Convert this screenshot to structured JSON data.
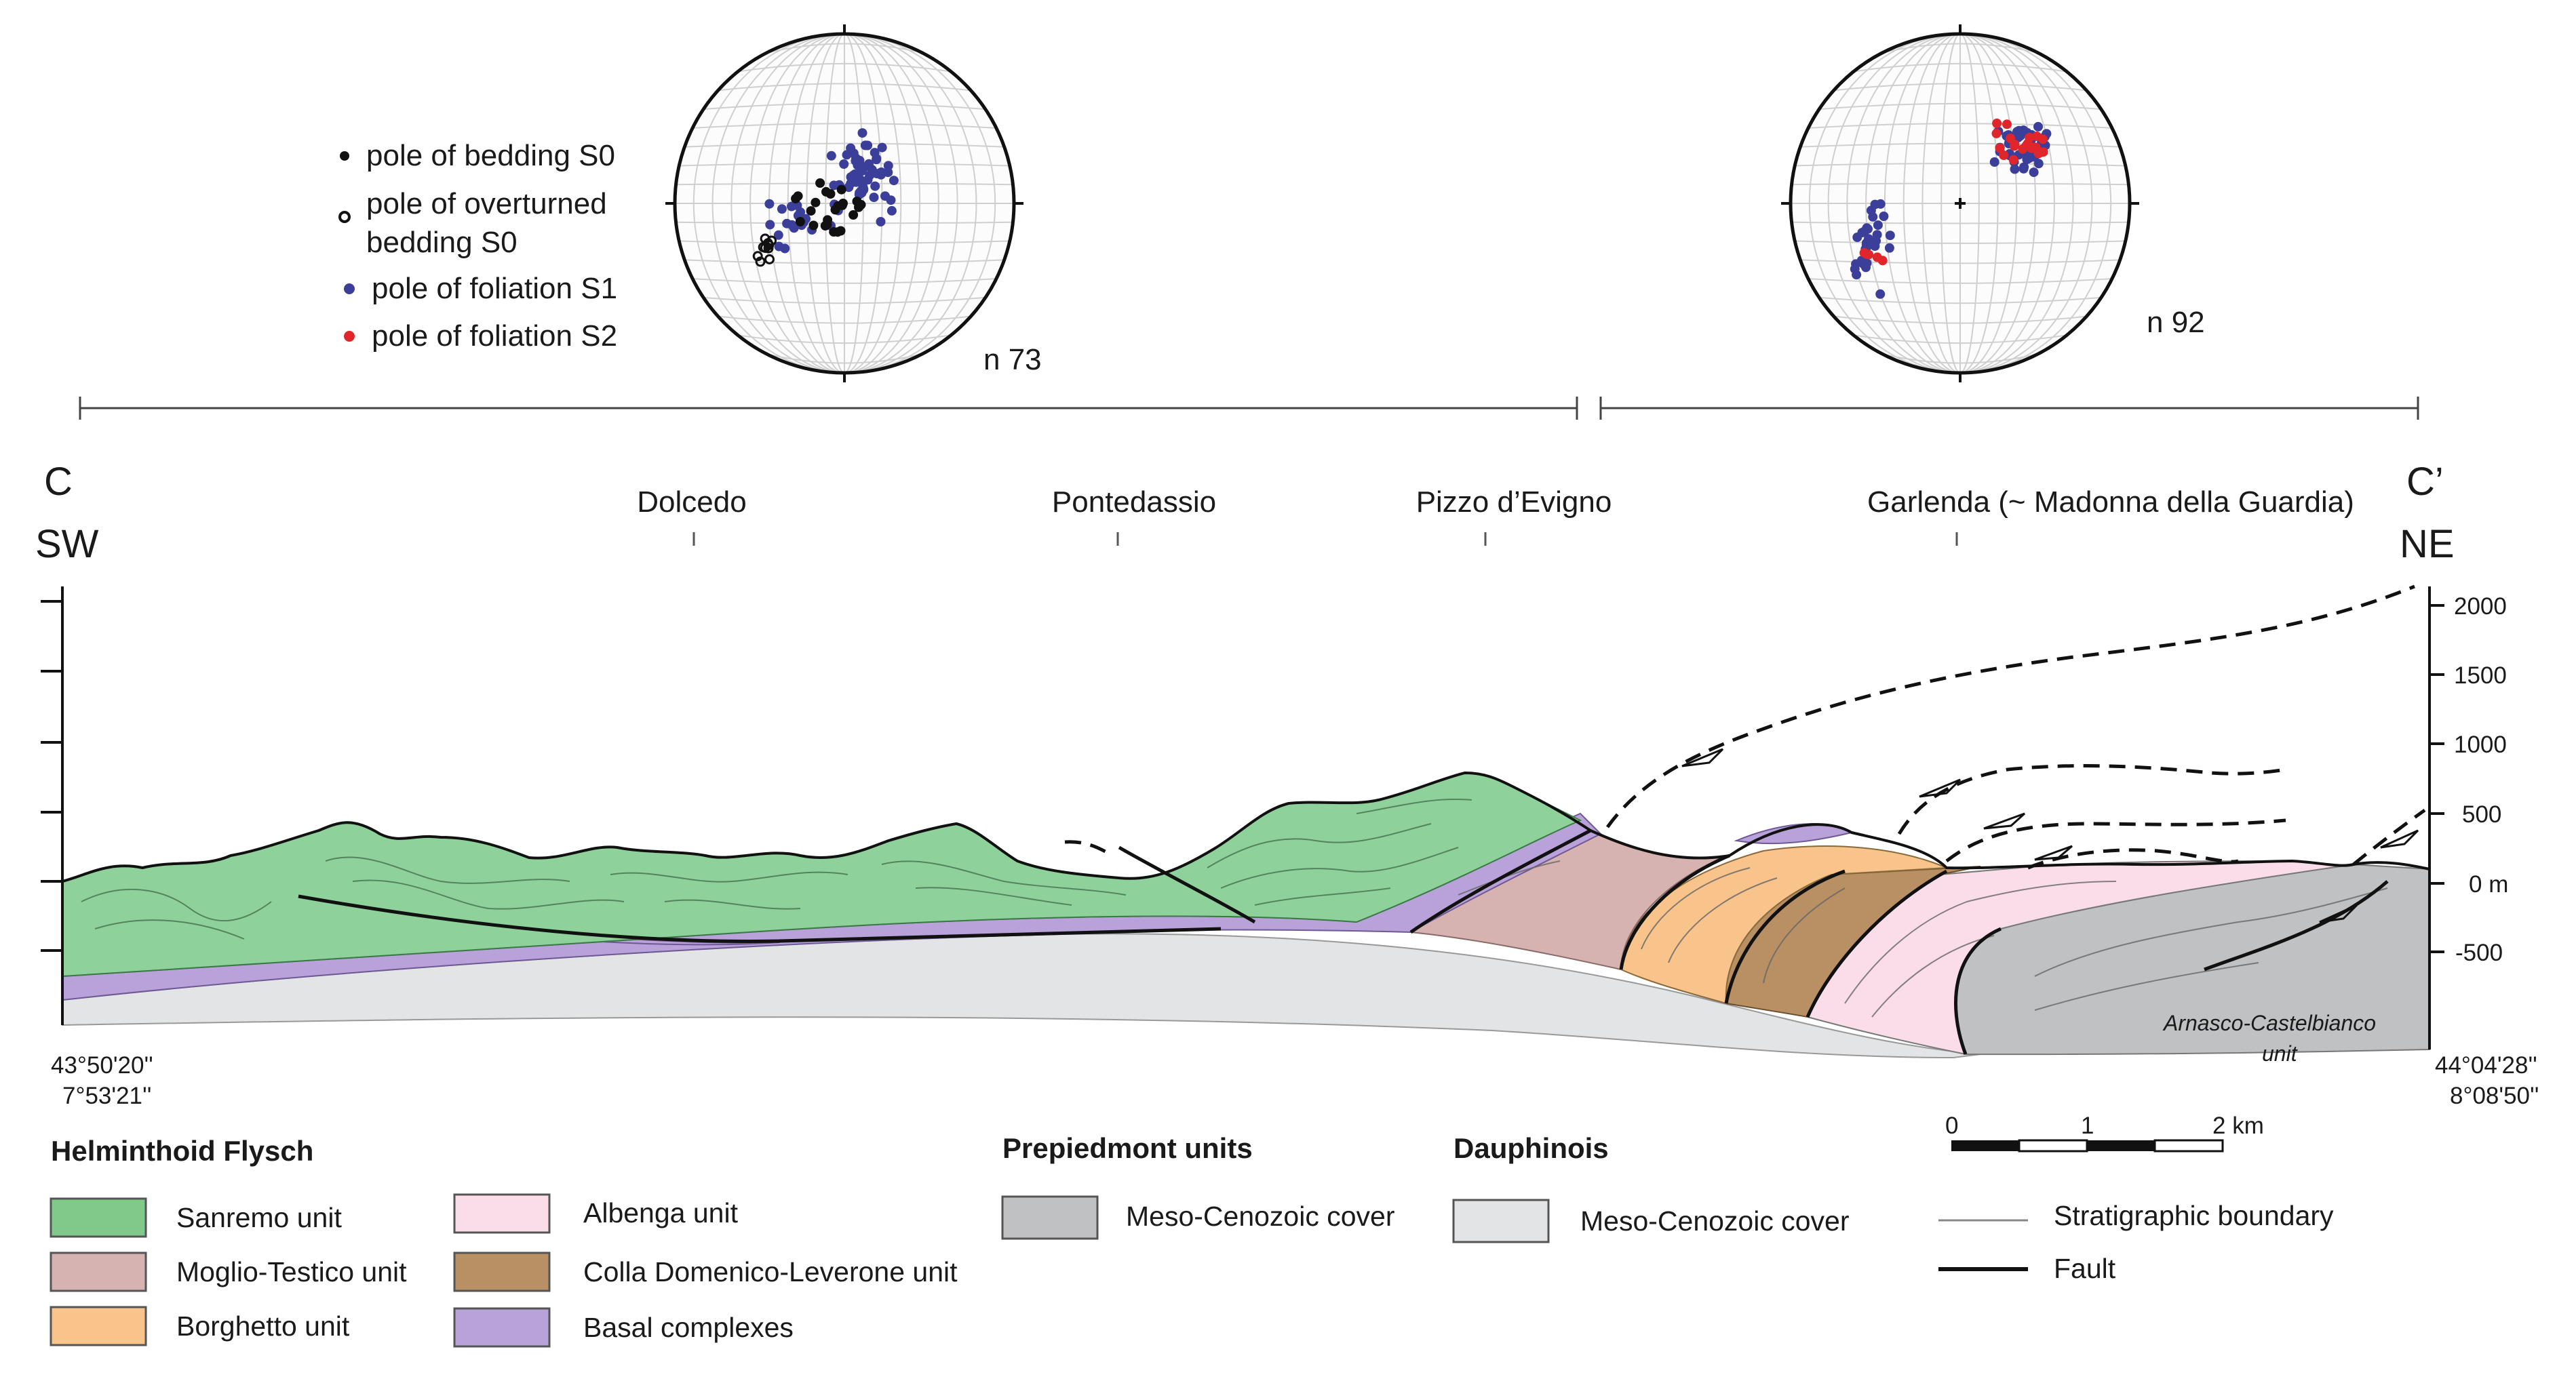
{
  "figure": {
    "stereonet_left": {
      "count": "n 73",
      "legend": [
        {
          "label": "pole of bedding S0",
          "symbol": "filled-black-dot",
          "color": "#111111"
        },
        {
          "label": "pole of overturned",
          "symbol": "open-black-circle",
          "color": "#111111"
        },
        {
          "label": "bedding S0",
          "symbol": "none",
          "color": "#111111"
        },
        {
          "label": "pole of foliation S1",
          "symbol": "filled-blue-dot",
          "color": "#3b3f9a"
        },
        {
          "label": "pole of foliation S2",
          "symbol": "filled-red-dot",
          "color": "#e0262b"
        }
      ]
    },
    "stereonet_right": {
      "count": "n 92"
    },
    "section": {
      "start_letter": "C",
      "end_letter": "C’",
      "start_direction": "SW",
      "end_direction": "NE",
      "localities": [
        "Dolcedo",
        "Pontedassio",
        "Pizzo d’Evigno",
        "Garlenda (~ Madonna della Guardia)"
      ],
      "elevation_ticks": [
        "2000",
        "1500",
        "1000",
        "500",
        "0 m",
        "-500"
      ],
      "start_coords": [
        "43°50'20''",
        "7°53'21''"
      ],
      "end_coords": [
        "44°04'28''",
        "8°08'50''"
      ],
      "unit_label": [
        "Arnasco-Castelbianco",
        "unit"
      ]
    },
    "scale_bar": {
      "labels": [
        "0",
        "1",
        "2 km"
      ]
    },
    "legend": {
      "groups": [
        {
          "title": "Helminthoid Flysch"
        },
        {
          "title": "Prepiedmont units"
        },
        {
          "title": "Dauphinois"
        }
      ],
      "units": [
        {
          "label": "Sanremo unit",
          "color": "#7fc98a"
        },
        {
          "label": "Moglio-Testico unit",
          "color": "#d6b3b0"
        },
        {
          "label": "Borghetto unit",
          "color": "#f8c48c"
        },
        {
          "label": "Albenga unit",
          "color": "#fbdde9"
        },
        {
          "label": "Colla Domenico-Leverone unit",
          "color": "#b89063"
        },
        {
          "label": "Basal complexes",
          "color": "#b9a2d9"
        },
        {
          "label": "Meso-Cenozoic cover",
          "color": "#bfc1c3"
        },
        {
          "label": "Meso-Cenozoic cover",
          "color": "#e3e4e5"
        }
      ],
      "lines": [
        {
          "label": "Stratigraphic boundary",
          "style": "thin-gray"
        },
        {
          "label": "Fault",
          "style": "thick-black"
        }
      ]
    }
  }
}
